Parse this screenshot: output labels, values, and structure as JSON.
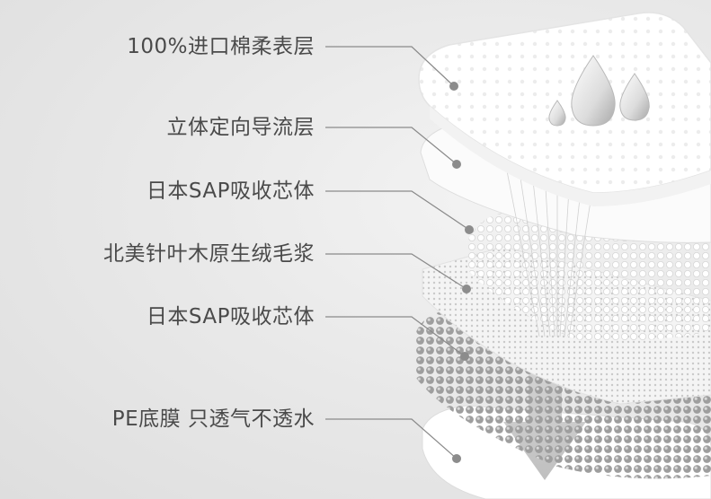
{
  "layers": [
    {
      "id": "top-sheet",
      "label": "100%进口棉柔表层"
    },
    {
      "id": "acquisition-layer",
      "label": "立体定向导流层"
    },
    {
      "id": "sap-core-1",
      "label": "日本SAP吸收芯体"
    },
    {
      "id": "pulp-layer",
      "label": "北美针叶木原生绒毛浆"
    },
    {
      "id": "sap-core-2",
      "label": "日本SAP吸收芯体"
    },
    {
      "id": "pe-backsheet",
      "label": "PE底膜 只透气不透水"
    }
  ],
  "colors": {
    "label_text": "#4a4a4a",
    "leader_line": "#8a8a8a",
    "dot": "#8c8c8c",
    "sheet_white": "#ffffff"
  }
}
